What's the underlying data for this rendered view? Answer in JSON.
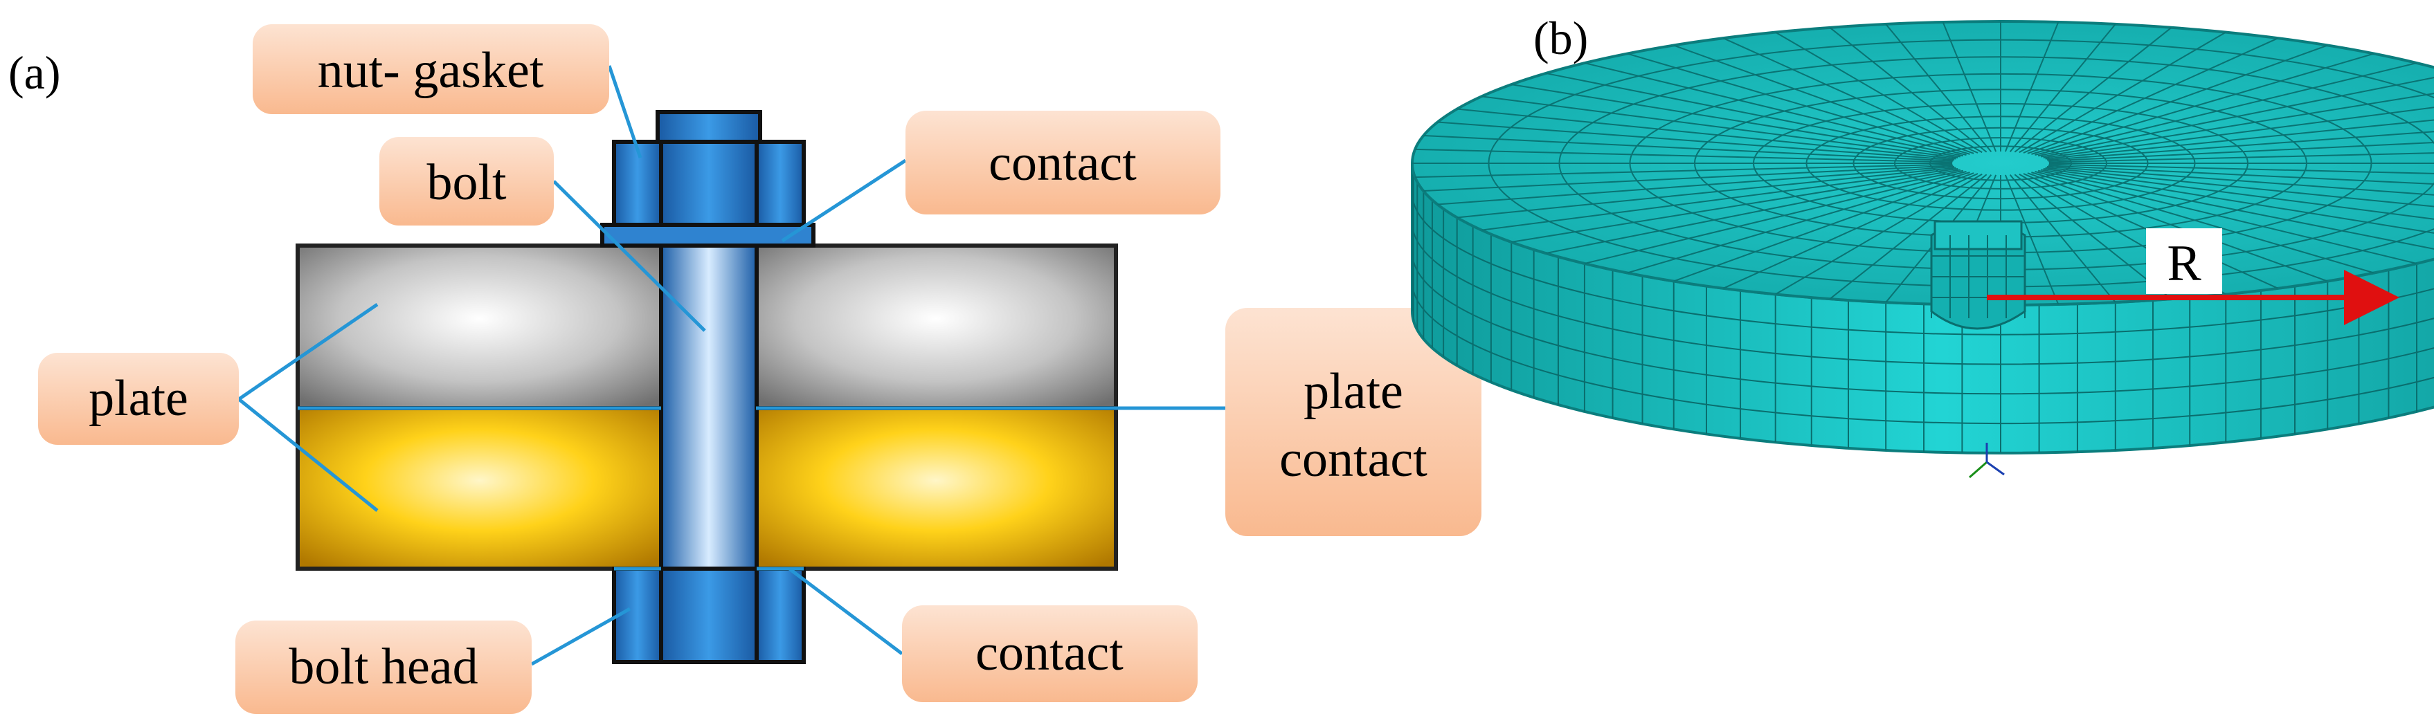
{
  "panel_a": {
    "label": "(a)",
    "callouts": {
      "nut_gasket": "nut- gasket",
      "bolt": "bolt",
      "contact_top": "contact",
      "plate": "plate",
      "plate_contact_line1": "plate",
      "plate_contact_line2": "contact",
      "bolt_head": "bolt head",
      "contact_bottom": "contact"
    }
  },
  "panel_b": {
    "label": "(b)",
    "radius_label": "R"
  },
  "colors": {
    "bolt_blue": "#1e78c8",
    "leader_blue": "#2596d6",
    "plate_top_grey": "#9a9a9a",
    "plate_bottom_gold": "#f2b000",
    "callout_peach": "#fbc3a0",
    "mesh_teal": "#16b8b8",
    "arrow_red": "#e01010"
  }
}
